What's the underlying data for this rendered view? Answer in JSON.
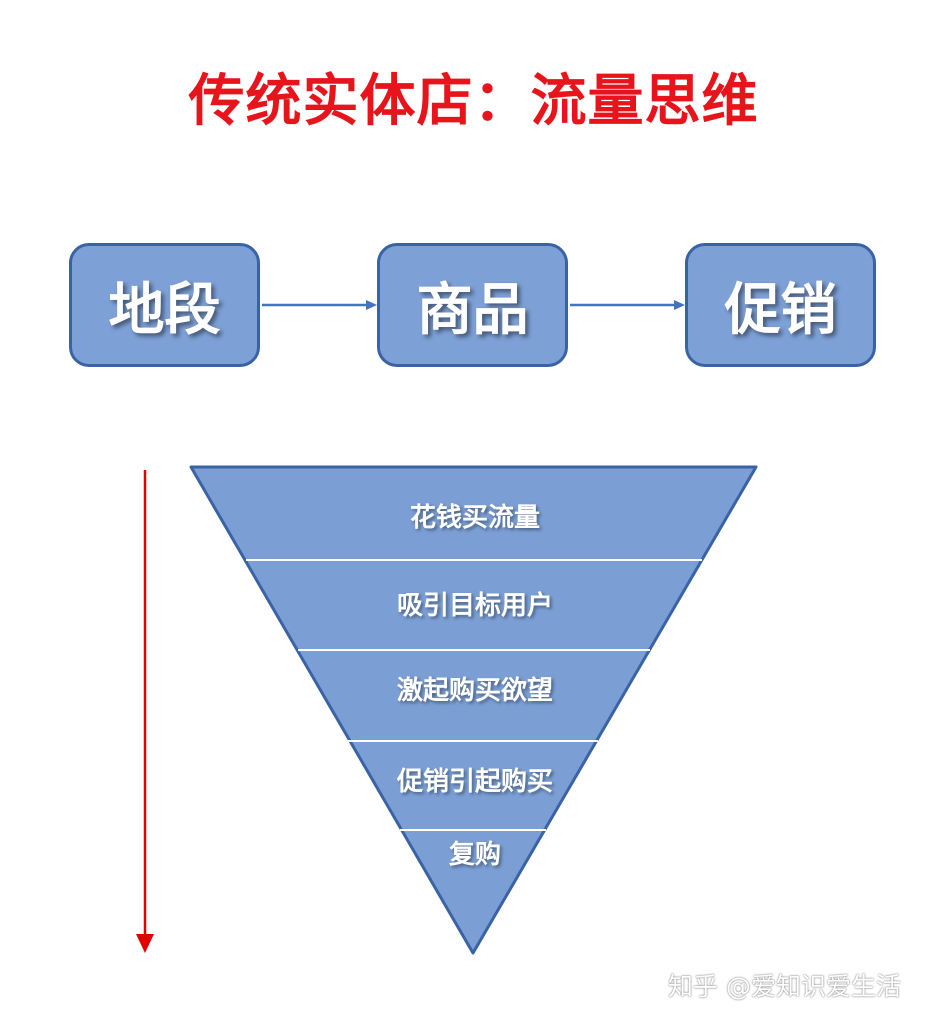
{
  "title": "传统实体店：流量思维",
  "flow": {
    "steps": [
      "地段",
      "商品",
      "促销"
    ]
  },
  "funnel": {
    "levels": [
      "花钱买流量",
      "吸引目标用户",
      "激起购买欲望",
      "促销引起购买",
      "复购"
    ]
  },
  "watermark": "知乎 @爱知识爱生活",
  "colors": {
    "title": "#e8141b",
    "box_fill": "#7da0d6",
    "box_border": "#3a62a6",
    "funnel_fill": "#7b9fd5",
    "connector": "#4472c4",
    "down_arrow": "#e00000"
  }
}
